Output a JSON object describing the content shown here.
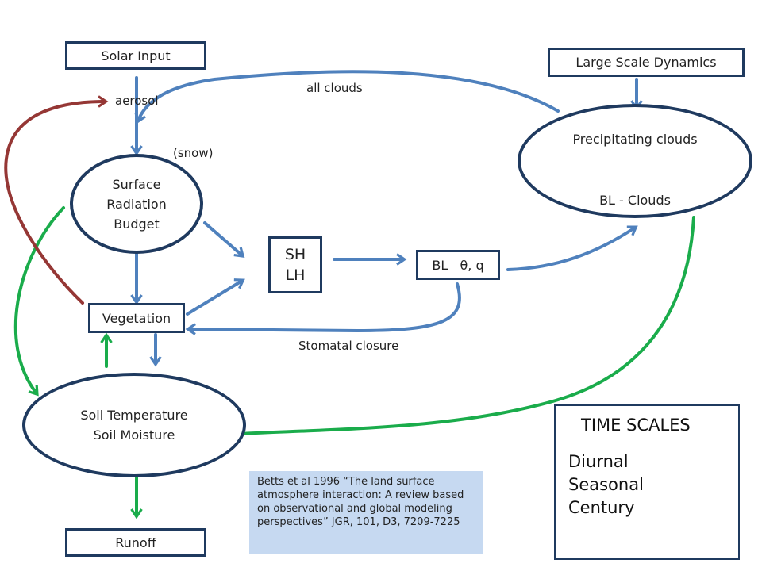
{
  "nodes": {
    "solar_input": "Solar Input",
    "large_scale_dynamics": "Large Scale Dynamics",
    "surface_radiation_budget": [
      "Surface",
      "Radiation",
      "Budget"
    ],
    "sh_lh": [
      "SH",
      "LH"
    ],
    "bl_theta_q": "BL   θ, q",
    "precipitating_clouds": "Precipitating clouds",
    "bl_clouds": "BL - Clouds",
    "vegetation": "Vegetation",
    "soil": [
      "Soil Temperature",
      "Soil Moisture"
    ],
    "runoff": "Runoff"
  },
  "labels": {
    "aerosol": "aerosol",
    "all_clouds": "all clouds",
    "snow": "(snow)",
    "stomatal_closure": "Stomatal closure"
  },
  "legend": {
    "title": "TIME SCALES",
    "items": [
      {
        "label": "Diurnal",
        "color": "#4f81bd"
      },
      {
        "label": "Seasonal",
        "color": "#1aac4b"
      },
      {
        "label": "Century",
        "color": "#953735"
      }
    ]
  },
  "citation": "Betts et al 1996 “The land surface atmosphere interaction: A  review based on observational and global modeling perspectives” JGR, 101, D3, 7209-7225",
  "colors": {
    "diurnal": "#4f81bd",
    "seasonal": "#1aac4b",
    "century": "#953735",
    "border": "#1f3a5f",
    "citation_bg": "#c6d9f1"
  }
}
